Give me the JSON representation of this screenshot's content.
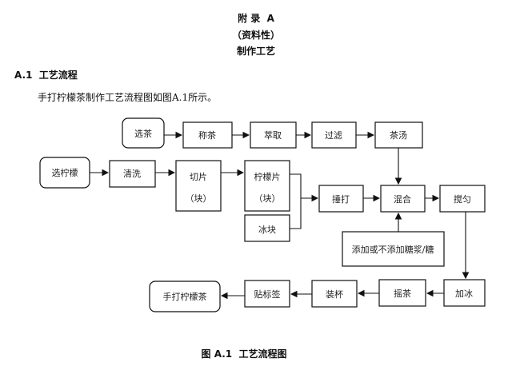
{
  "header": {
    "appendix": "附 录  A",
    "type": "（资料性）",
    "title": "制作工艺"
  },
  "section": {
    "number": "A.1",
    "title": "A.1  工艺流程"
  },
  "paragraph": "手打柠檬茶制作工艺流程图如图A.1所示。",
  "flowchart": {
    "select_tea": "选茶",
    "weigh_tea": "称茶",
    "extract": "萃取",
    "filter": "过滤",
    "tea_soup": "茶汤",
    "select_lemon": "选柠檬",
    "wash": "清洗",
    "slice_l1": "切片",
    "slice_l2": "（块）",
    "lemon_slice_l1": "柠檬片",
    "lemon_slice_l2": "（块）",
    "ice_cubes": "冰块",
    "pound": "捶打",
    "mix": "混合",
    "stir": "搅匀",
    "sugar": "添加或不添加糖浆/糖",
    "add_ice": "加冰",
    "shake": "摇茶",
    "cup": "装杯",
    "label": "贴标签",
    "final": "手打柠檬茶"
  },
  "caption": "图 A.1  工艺流程图"
}
